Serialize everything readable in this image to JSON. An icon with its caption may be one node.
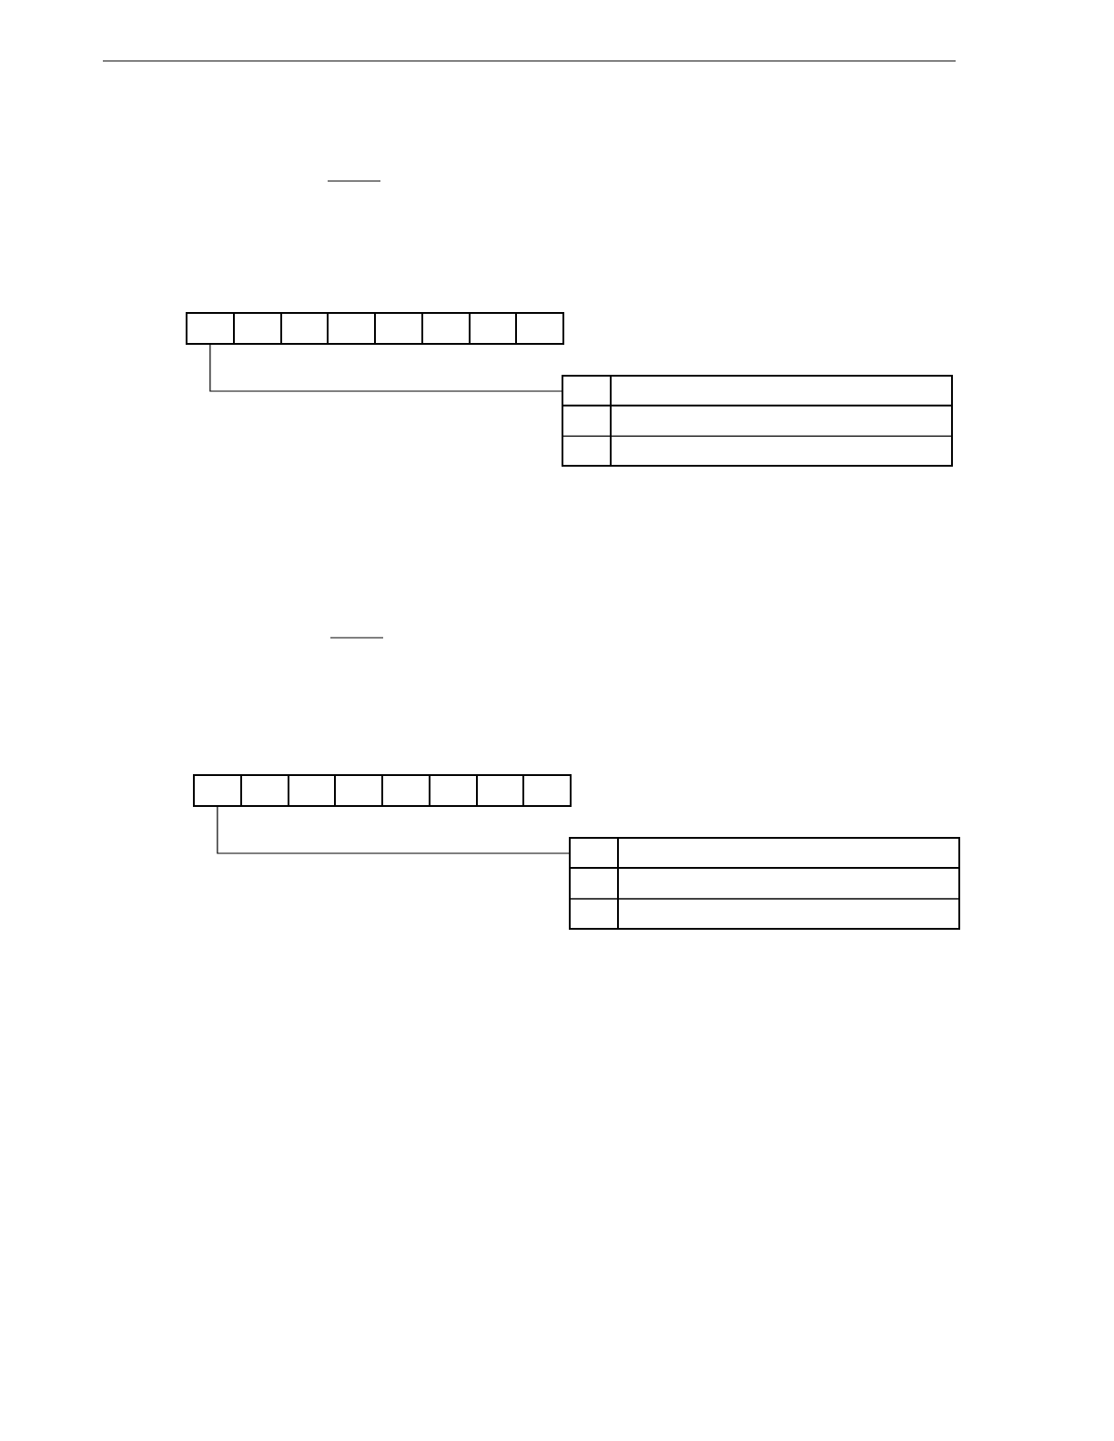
{
  "diagram": {
    "nodes": [
      {
        "text": [],
        "shape": "box"
      },
      {
        "text": [],
        "shape": "box"
      },
      {
        "text": [],
        "shape": "box"
      },
      {
        "text": [],
        "shape": "box"
      },
      {
        "text": [],
        "shape": "box"
      },
      {
        "text": [],
        "shape": "box"
      },
      {
        "text": [],
        "shape": "box"
      },
      {
        "text": [],
        "shape": "box"
      },
      {
        "text": [],
        "shape": "box"
      },
      {
        "text": [],
        "shape": "box"
      },
      {
        "text": [],
        "shape": "box"
      },
      {
        "text": [],
        "shape": "box"
      },
      {
        "text": [],
        "shape": "box"
      },
      {
        "text": [],
        "shape": "box"
      },
      {
        "text": [],
        "shape": "box"
      },
      {
        "text": [],
        "shape": "box"
      },
      {
        "text": [],
        "shape": "box"
      },
      {
        "text": [],
        "shape": "box"
      }
    ],
    "edges": [
      {
        "from": 0,
        "to": 8,
        "arrow": "none"
      },
      {
        "from": 9,
        "to": 17,
        "arrow": "none"
      }
    ]
  }
}
